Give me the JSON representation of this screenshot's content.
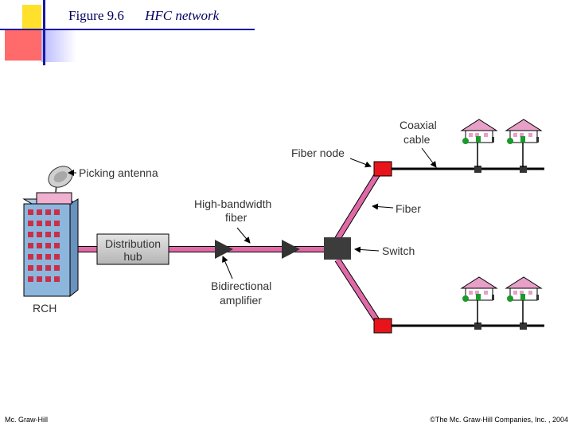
{
  "slide": {
    "figure_label": "Figure 9.6",
    "figure_title": "HFC network",
    "footer_left": "Mc. Graw-Hill",
    "footer_right": "©The Mc. Graw-Hill Companies, Inc. , 2004"
  },
  "diagram": {
    "labels": {
      "picking_antenna": "Picking antenna",
      "rch": "RCH",
      "distribution_hub_line1": "Distribution",
      "distribution_hub_line2": "hub",
      "high_bandwidth_line1": "High-bandwidth",
      "high_bandwidth_line2": "fiber",
      "bidirectional_line1": "Bidirectional",
      "bidirectional_line2": "amplifier",
      "fiber_node": "Fiber node",
      "coaxial_line1": "Coaxial",
      "coaxial_line2": "cable",
      "fiber": "Fiber",
      "switch": "Switch"
    },
    "colors": {
      "fiber": "#e06aa8",
      "fiber_node": "#e8141c",
      "switch": "#3c3c3c",
      "hub": "#c8c8c8",
      "building": "#8db6dd",
      "house_roof": "#e8a0c8",
      "tree": "#1a9a2a"
    }
  }
}
